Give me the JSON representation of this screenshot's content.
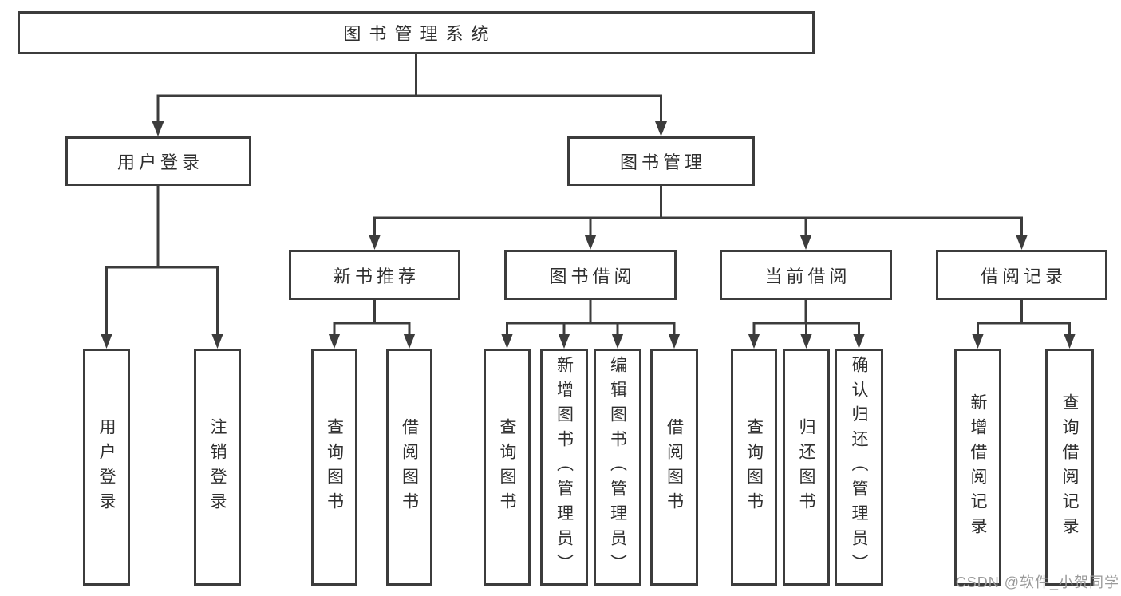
{
  "colors": {
    "background": "#ffffff",
    "line": "#3c3c3c",
    "box_fill": "#ffffff",
    "text": "#2f2f2f",
    "watermark": "#9a9a9a"
  },
  "diagram": {
    "title_node": {
      "label": "图书管理系统"
    },
    "level2": [
      {
        "label": "用户登录"
      },
      {
        "label": "图书管理"
      }
    ],
    "level3": [
      {
        "label": "新书推荐"
      },
      {
        "label": "图书借阅"
      },
      {
        "label": "当前借阅"
      },
      {
        "label": "借阅记录"
      }
    ],
    "leaves": [
      {
        "label": "用户登录"
      },
      {
        "label": "注销登录"
      },
      {
        "label": "查询图书"
      },
      {
        "label": "借阅图书"
      },
      {
        "label": "查询图书"
      },
      {
        "label": "新增图书（管理员）"
      },
      {
        "label": "编辑图书（管理员）"
      },
      {
        "label": "借阅图书"
      },
      {
        "label": "查询图书"
      },
      {
        "label": "归还图书"
      },
      {
        "label": "确认归还（管理员）"
      },
      {
        "label": "新增借阅记录"
      },
      {
        "label": "查询借阅记录"
      }
    ]
  },
  "watermark": {
    "text": "CSDN @软件_小贺同学"
  }
}
